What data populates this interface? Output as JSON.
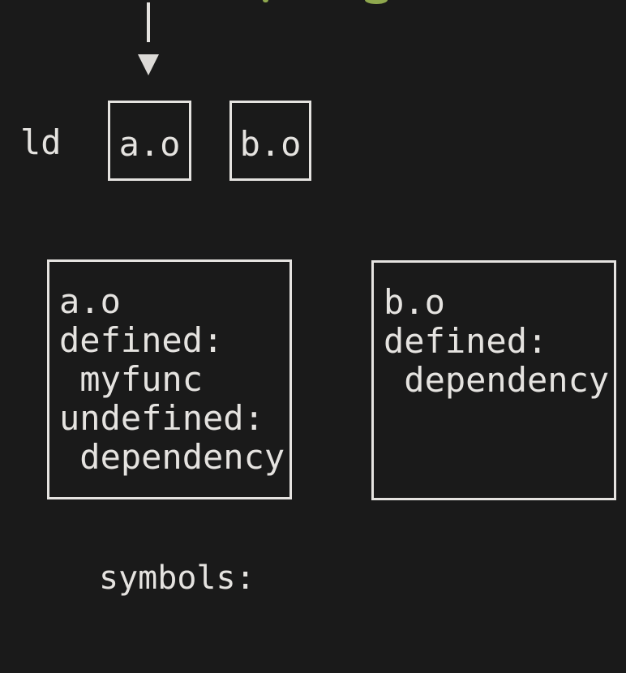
{
  "canvas": {
    "background_color": "#1a1a1a",
    "foreground_color": "#e5e3e0",
    "accent_green_color": "#8fa84e"
  },
  "top": {
    "clipped_green_text_note": "bottom fragments of green text cut off at top edge",
    "arrow_direction": "down"
  },
  "linker_row": {
    "label": "ld",
    "object_files": [
      {
        "label": "a.o"
      },
      {
        "label": "b.o"
      }
    ]
  },
  "symbol_tables": [
    {
      "title": "a.o",
      "lines": [
        "a.o",
        "defined:",
        " myfunc",
        "undefined:",
        " dependency"
      ]
    },
    {
      "title": "b.o",
      "lines": [
        "b.o",
        "defined:",
        " dependency"
      ]
    }
  ],
  "footer": {
    "label": "symbols:"
  }
}
